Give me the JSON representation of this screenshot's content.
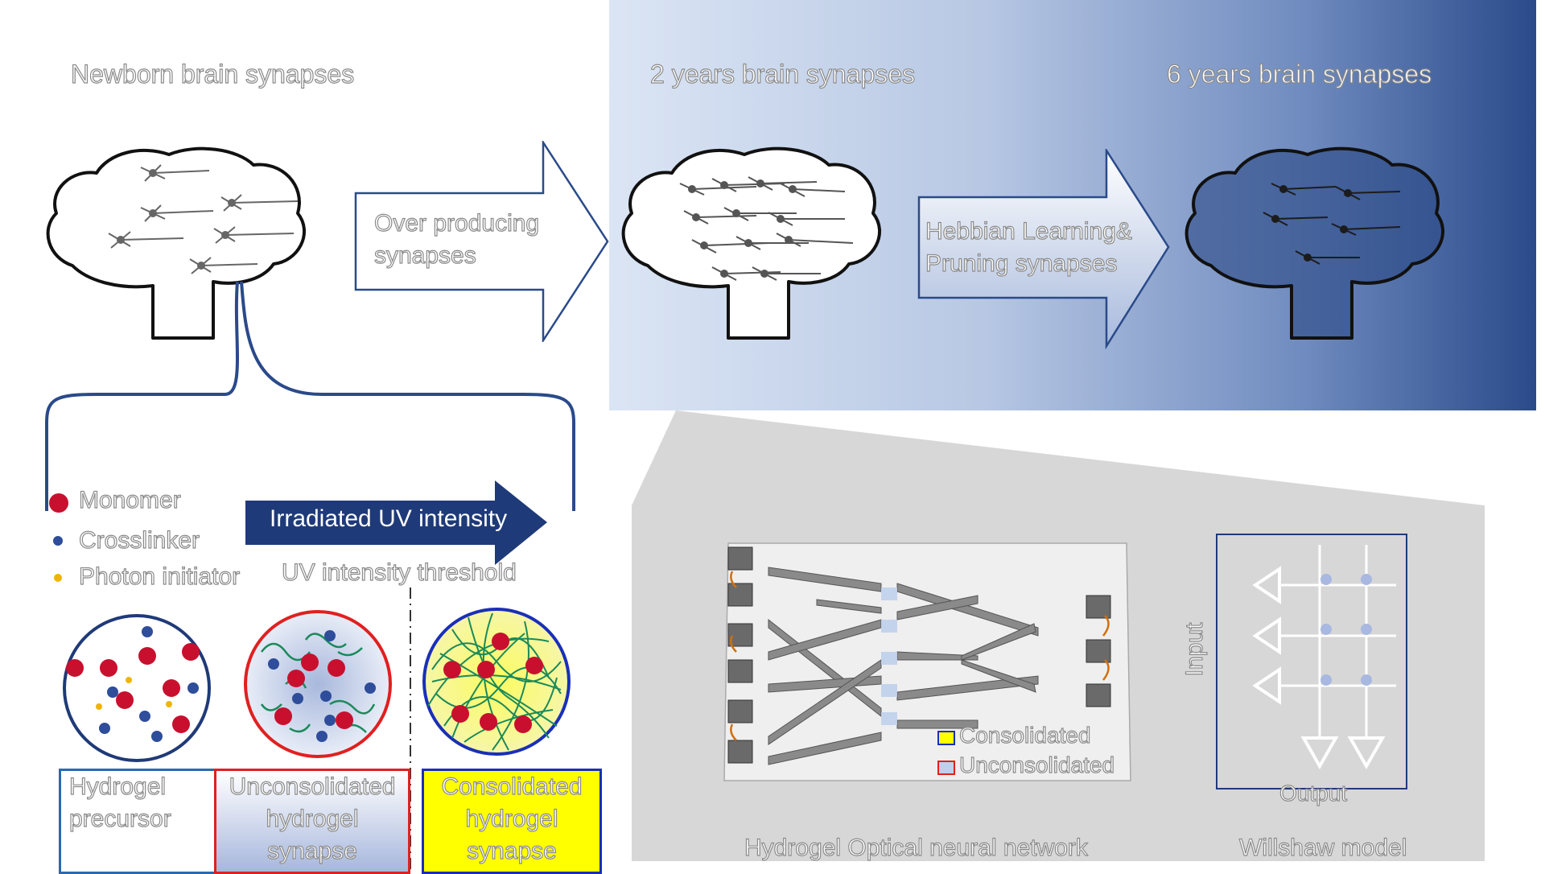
{
  "top": {
    "stage1": "Newborn brain synapses",
    "stage2": "2 years brain synapses",
    "stage3": "6 years brain synapses",
    "arrow1": [
      "Over producing",
      "synapses"
    ],
    "arrow2": [
      "Hebbian Learning&",
      "Pruning synapses"
    ]
  },
  "legend": {
    "monomer": "Monomer",
    "crosslinker": "Crosslinker",
    "photo_initiator": "Photon initiator"
  },
  "uv": {
    "arrow_label": "Irradiated UV intensity",
    "threshold": "UV intensity threshold"
  },
  "boxes": {
    "precursor": [
      "Hydrogel",
      "precursor"
    ],
    "unconsolidated": [
      "Unconsolidated",
      "hydrogel",
      "synapse"
    ],
    "consolidated": [
      "Consolidated",
      "hydrogel",
      "synapse"
    ]
  },
  "network": {
    "legend_consolidated": "Consolidated",
    "legend_unconsolidated": "Unconsolidated",
    "caption": "Hydrogel Optical neural network"
  },
  "willshaw": {
    "input": "Input",
    "output": "Output",
    "caption": "Willshaw model"
  },
  "colors": {
    "monomer": "#c8102e",
    "crosslinker": "#2e4d9a",
    "initiator": "#f0b400",
    "chain": "#1a8a5a",
    "navy": "#1f3a78",
    "red_box": "#e02020",
    "blue_box": "#1a2fb8",
    "yellow": "#ffff00"
  }
}
